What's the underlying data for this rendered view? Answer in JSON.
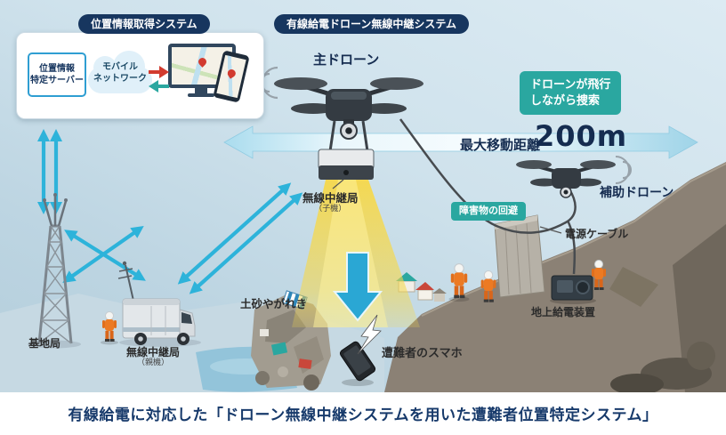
{
  "info_panel": {
    "title": "位置情報取得システム",
    "server_line1": "位置情報",
    "server_line2": "特定サーバー",
    "network_line1": "モバイル",
    "network_line2": "ネットワーク"
  },
  "system": {
    "title": "有線給電ドローン無線中継システム",
    "main_drone": "主ドローン",
    "aux_drone": "補助ドローン",
    "relay_child": "無線中継局",
    "relay_child_sub": "（子機）",
    "search_line1": "ドローンが飛行",
    "search_line2": "しながら捜索",
    "max_distance_label": "最大移動距離",
    "max_distance_value": "200m",
    "obstacle": "障害物の回避",
    "power_cable": "電源ケーブル",
    "ground_power": "地上給電装置"
  },
  "ground": {
    "debris": "土砂やがれき",
    "victim_phone": "遭難者のスマホ",
    "base_station": "基地局",
    "relay_parent": "無線中継局",
    "relay_parent_sub": "（親機）"
  },
  "caption": "有線給電に対応した「ドローン無線中継システムを用いた遭難者位置特定システム」",
  "colors": {
    "navy_pill": "#17365f",
    "teal_accent": "#2aa7a0",
    "cyan_arrow": "#2db3da",
    "beam_yellow": "#f6d84a",
    "alert_red": "#d23b2f",
    "suit_orange": "#ec7a23",
    "caption_navy": "#173a6b"
  }
}
